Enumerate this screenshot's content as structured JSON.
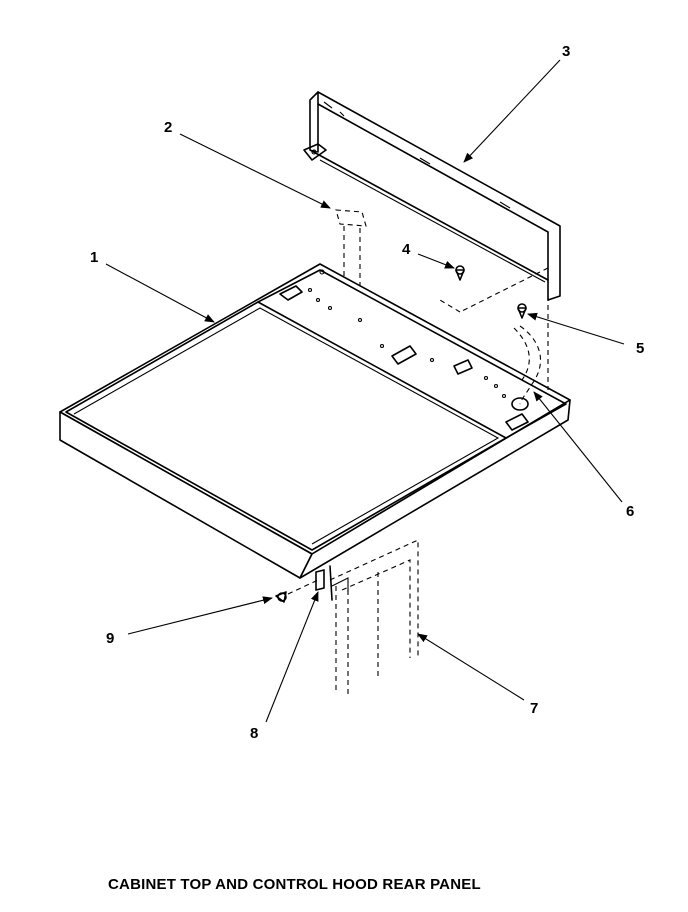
{
  "caption": "CABINET TOP AND CONTROL HOOD REAR PANEL",
  "callouts": {
    "c1": "1",
    "c2": "2",
    "c3": "3",
    "c4": "4",
    "c5": "5",
    "c6": "6",
    "c7": "7",
    "c8": "8",
    "c9": "9"
  }
}
